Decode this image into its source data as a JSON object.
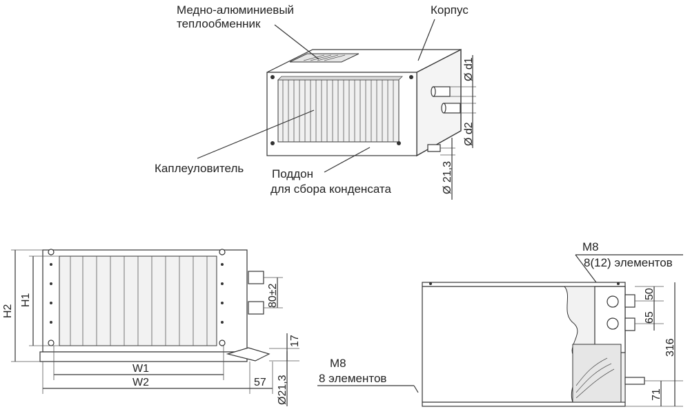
{
  "labels": {
    "heat_exchanger_line1": "Медно-алюминиевый",
    "heat_exchanger_line2": "теплообменник",
    "housing": "Корпус",
    "droplet_eliminator": "Каплеуловитель",
    "tray_line1": "Поддон",
    "tray_line2": "для сбора конденсата"
  },
  "iso_dims": {
    "d1": "Ø d1",
    "d2": "Ø d2",
    "d213": "Ø 21,3"
  },
  "front_dims": {
    "h2": "H2",
    "h1": "H1",
    "w1": "W1",
    "w2": "W2",
    "v80": "80±2",
    "v17": "17",
    "v57": "57",
    "d213": "Ø21,3"
  },
  "side_dims": {
    "m8_top": "M8",
    "m8_top_count": "8(12) элементов",
    "m8_bottom": "M8",
    "m8_bottom_count": "8 элементов",
    "v50": "50",
    "v65": "65",
    "v316": "316",
    "v71": "71"
  }
}
